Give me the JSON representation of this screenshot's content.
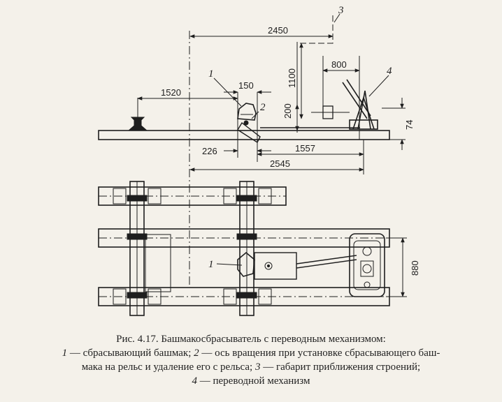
{
  "figure": {
    "callouts": {
      "c1_top": "1",
      "c2": "2",
      "c3": "3",
      "c4": "4",
      "c1_plan": "1"
    },
    "dimensions": {
      "d2450": "2450",
      "d800": "800",
      "d1100": "1100",
      "d200": "200",
      "d1520": "1520",
      "d150": "150",
      "d74": "74",
      "d226": "226",
      "d1557": "1557",
      "d2545": "2545",
      "d880": "880"
    }
  },
  "caption": {
    "line1": "Рис. 4.17. Башмакосбрасыватель с переводным механизмом:",
    "l2_n1": "1",
    "l2_t1": " — сбрасывающий башмак; ",
    "l2_n2": "2",
    "l2_t2": " — ось вращения при установке сбрасывающего баш-",
    "l3_t1": "мака на рельс и удаление его с рельса; ",
    "l3_n3": "3",
    "l3_t2": " — габарит приближения строений;",
    "l4_n4": "4",
    "l4_t1": " — переводной механизм"
  },
  "colors": {
    "ink": "#1e1e1e",
    "paper": "#f4f1ea"
  }
}
